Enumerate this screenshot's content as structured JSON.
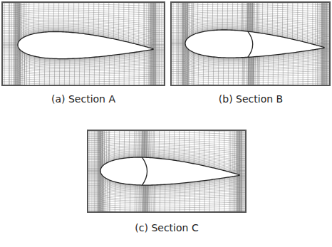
{
  "diagram": {
    "labels": [
      "(a) Section A",
      "(b) Section B",
      "(c) Section C"
    ]
  }
}
